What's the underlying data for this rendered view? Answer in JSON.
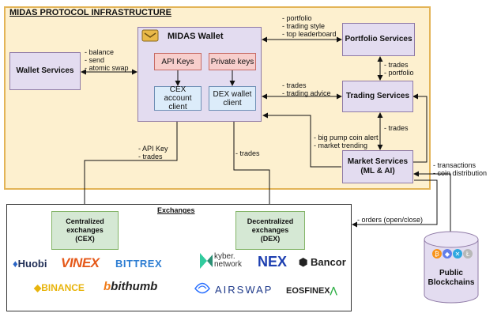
{
  "infra": {
    "title": "MIDAS PROTOCOL INFRASTRUCTURE"
  },
  "wallet_services": {
    "label": "Wallet Services"
  },
  "wallet": {
    "title": "MIDAS Wallet",
    "api_keys": "API Keys",
    "private_keys": "Private keys",
    "cex_client": [
      "CEX account",
      "client"
    ],
    "dex_client": [
      "DEX wallet",
      "client"
    ]
  },
  "portfolio_services": {
    "label": "Portfolio Services"
  },
  "trading_services": {
    "label": "Trading Services"
  },
  "market_services": {
    "label": [
      "Market Services",
      "(ML & AI)"
    ]
  },
  "labels": {
    "wallet_link": [
      "- balance",
      "- send",
      "- atomic swap"
    ],
    "portfolio_link": [
      "- portfolio",
      "- trading style",
      "- top leaderboard"
    ],
    "portfolio_trading": [
      "- trades",
      "- portfolio"
    ],
    "trading_link": [
      "- trades",
      "- trading advice"
    ],
    "trading_market": "- trades",
    "market_link": [
      "- big pump coin alert",
      "- market trending"
    ],
    "cex_link": [
      "- API Key",
      "- trades"
    ],
    "dex_link": "- trades",
    "blockchain_link": [
      "- transactions",
      "- coin distribution"
    ],
    "orders": "- orders (open/close)"
  },
  "exchanges": {
    "title": "Exchanges",
    "cex": [
      "Centralized",
      "exchanges",
      "(CEX)"
    ],
    "dex": [
      "Decentralized",
      "exchanges",
      "(DEX)"
    ],
    "cex_logos": [
      "Huobi",
      "VINEX",
      "BITTREX",
      "BINANCE",
      "bithumb"
    ],
    "dex_logos": [
      "kyber.",
      "network",
      "NEX",
      "Bancor",
      "AIRSWAP",
      "EOSFINEX"
    ]
  },
  "blockchains": {
    "label": [
      "Public",
      "Blockchains"
    ]
  },
  "colors": {
    "infra_bg": "#fdf0cf",
    "infra_border": "#e3b457",
    "service_bg": "#e3dcf0",
    "key_bg": "#f7cecc",
    "client_bg": "#dcecfa",
    "exchange_bg": "#d5e8d4"
  }
}
